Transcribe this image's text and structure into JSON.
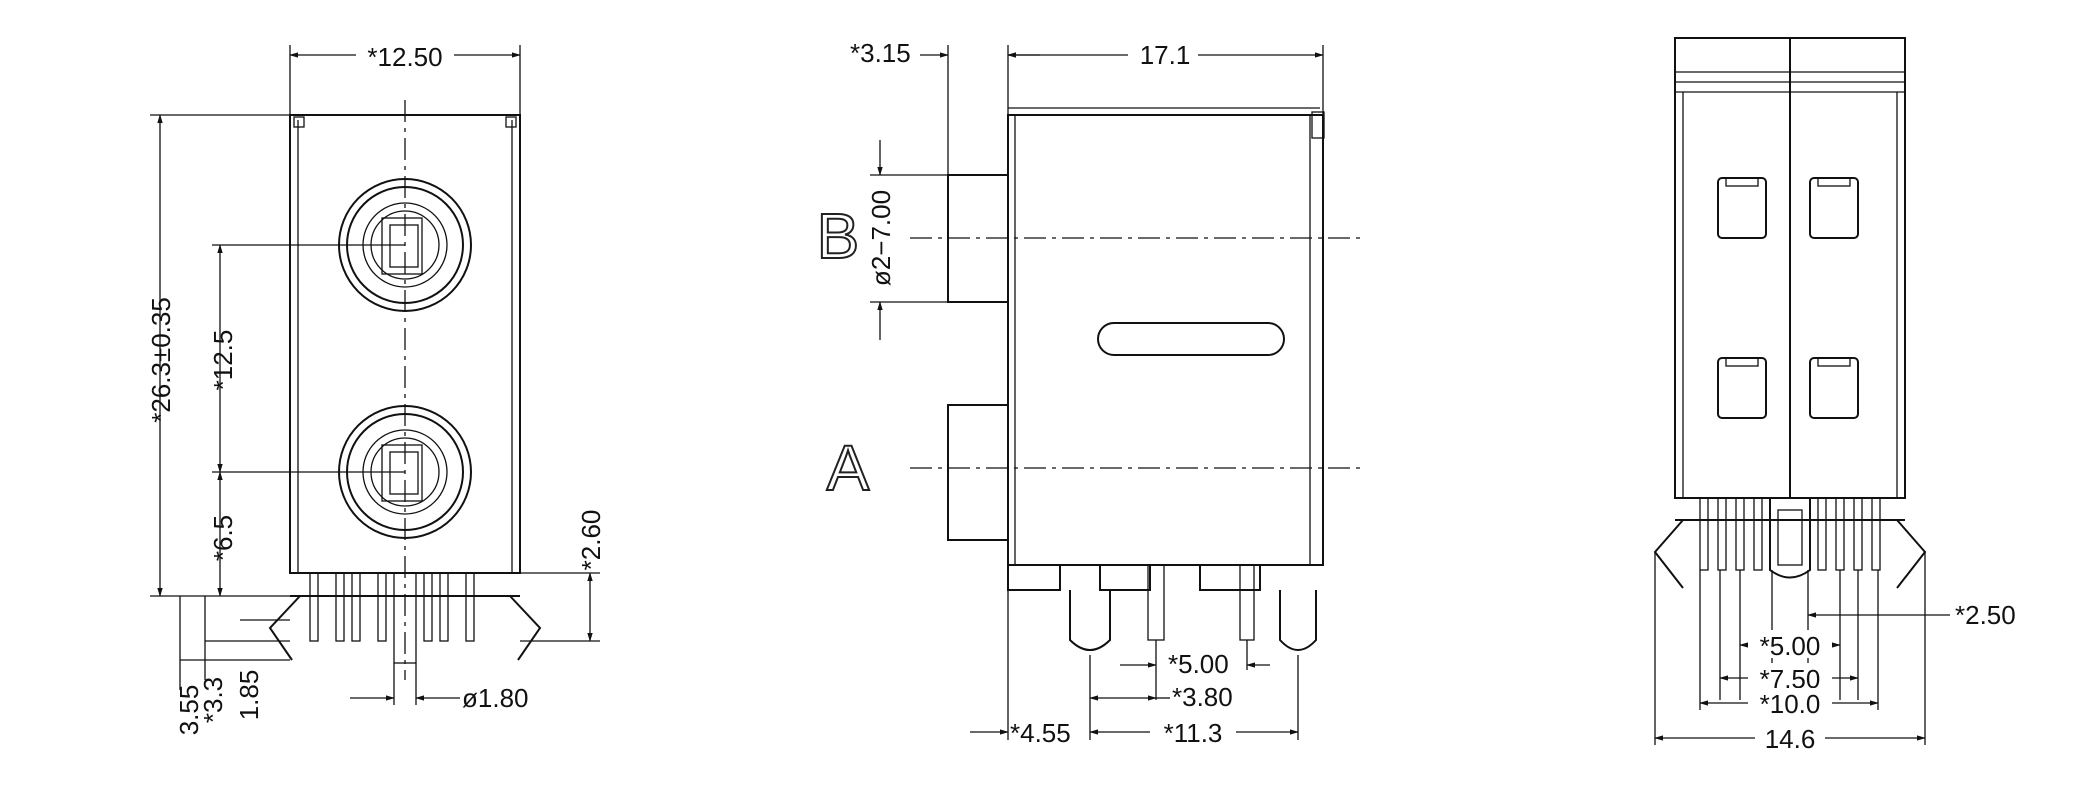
{
  "front_view": {
    "width": "*12.50",
    "height": "*26.3±0.35",
    "spacing_12_5": "*12.5",
    "spacing_6_5": "*6.5",
    "dim_2_60": "*2.60",
    "dim_3_55": "3.55",
    "dim_3_3": "*3.3",
    "dim_1_85": "1.85",
    "pin_dia": "ø1.80"
  },
  "side_view": {
    "dim_3_15": "*3.15",
    "length": "17.1",
    "hole_dia": "ø2−7.00",
    "label_b": "B",
    "label_a": "A",
    "dim_5_00": "*5.00",
    "dim_3_80": "*3.80",
    "dim_4_55": "*4.55",
    "dim_11_3": "*11.3"
  },
  "back_view": {
    "dim_2_50": "*2.50",
    "dim_5_00": "*5.00",
    "dim_7_50": "*7.50",
    "dim_10_0": "*10.0",
    "width": "14.6"
  }
}
